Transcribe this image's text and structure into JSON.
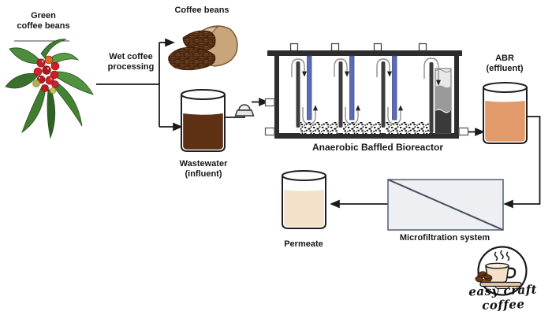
{
  "diagram": {
    "nodes": {
      "green_coffee_beans": {
        "line1": "Green",
        "line2": "coffee beans"
      },
      "wet_coffee_processing": {
        "line1": "Wet coffee",
        "line2": "processing"
      },
      "coffee_beans": {
        "label": "Coffee beans"
      },
      "wastewater": {
        "line1": "Wastewater",
        "line2": "(influent)"
      },
      "bioreactor": {
        "label": "Anaerobic Baffled Bioreactor"
      },
      "abr_effluent": {
        "line1": "ABR",
        "line2": "(effluent)"
      },
      "microfiltration": {
        "label": "Microfiltration system"
      },
      "permeate": {
        "label": "Permeate"
      }
    },
    "logo": {
      "text": "easy craft coffee"
    },
    "colors": {
      "wastewater_liquid": "#5e3115",
      "effluent_liquid": "#e29a6b",
      "permeate_liquid": "#f3e1ca",
      "baffle_blue": "#5a6cb8",
      "tank_frame": "#2d2d2d",
      "membrane_fill": "#edeff2",
      "membrane_border": "#5c6878",
      "arrow_black": "#1a1a1a",
      "berry_red": "#c92026",
      "leaf_green": "#3f7d33",
      "sack_tan": "#c8a57a",
      "bean_brown": "#4a2a14",
      "cup_cream": "#f3e0c6",
      "settler_light": "#e9e9e9",
      "settler_mid": "#9a9a9a",
      "settler_dark": "#3a3a3a"
    }
  }
}
